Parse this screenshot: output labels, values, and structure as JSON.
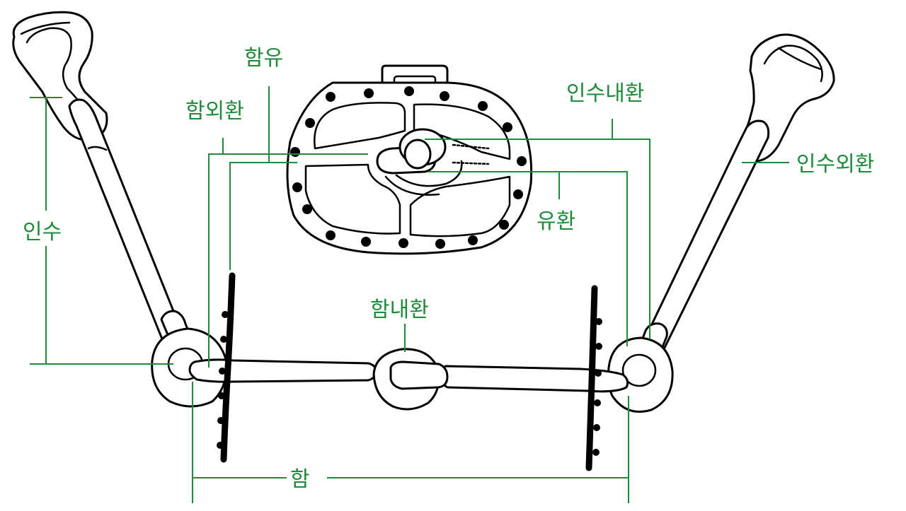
{
  "colors": {
    "label": "#1e8a3a",
    "ink": "#000000",
    "background": "#ffffff"
  },
  "labels": {
    "hamyu": "함유",
    "hamoehwan": "함외환",
    "insu_naehwan": "인수내환",
    "insu_oehwan": "인수외환",
    "insu": "인수",
    "yuhwan": "유환",
    "ham_naehwan": "함내환",
    "ham": "함"
  }
}
